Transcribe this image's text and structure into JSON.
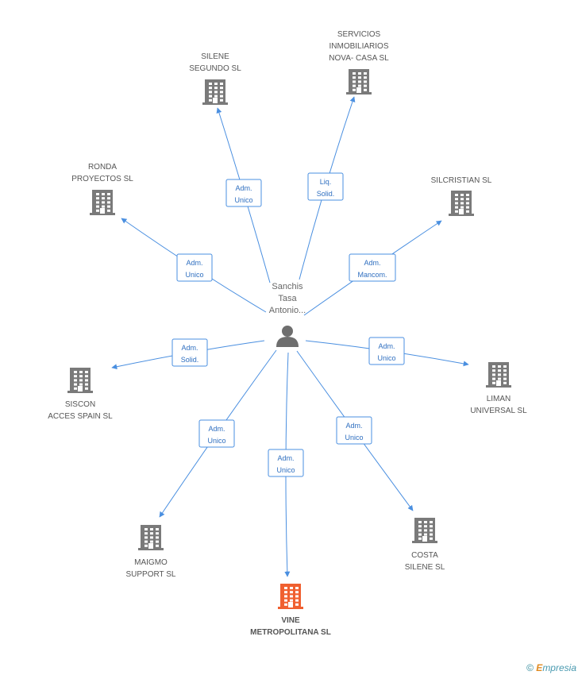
{
  "center": {
    "name_lines": [
      "Sanchis",
      "Tasa",
      "Antonio..."
    ],
    "icon": "person-icon"
  },
  "companies": [
    {
      "id": "silene-segundo",
      "lines": [
        "SILENE",
        "SEGUNDO SL"
      ],
      "role": [
        "Adm.",
        "Unico"
      ],
      "highlight": false
    },
    {
      "id": "servicios-inmobiliarios",
      "lines": [
        "SERVICIOS",
        "INMOBILIARIOS",
        "NOVA- CASA SL"
      ],
      "role": [
        "Liq.",
        "Solid."
      ],
      "highlight": false
    },
    {
      "id": "ronda-proyectos",
      "lines": [
        "RONDA",
        "PROYECTOS SL"
      ],
      "role": [
        "Adm.",
        "Unico"
      ],
      "highlight": false
    },
    {
      "id": "silcristian",
      "lines": [
        "SILCRISTIAN SL"
      ],
      "role": [
        "Adm.",
        "Mancom."
      ],
      "highlight": false
    },
    {
      "id": "siscon-acces",
      "lines": [
        "SISCON",
        "ACCES SPAIN SL"
      ],
      "role": [
        "Adm.",
        "Solid."
      ],
      "highlight": false
    },
    {
      "id": "liman-universal",
      "lines": [
        "LIMAN",
        "UNIVERSAL SL"
      ],
      "role": [
        "Adm.",
        "Unico"
      ],
      "highlight": false
    },
    {
      "id": "maigmo-support",
      "lines": [
        "MAIGMO",
        "SUPPORT SL"
      ],
      "role": [
        "Adm.",
        "Unico"
      ],
      "highlight": false
    },
    {
      "id": "vine-metropolitana",
      "lines": [
        "VINE",
        "METROPOLITANA SL"
      ],
      "role": [
        "Adm.",
        "Unico"
      ],
      "highlight": true
    },
    {
      "id": "costa-silene",
      "lines": [
        "COSTA",
        "SILENE SL"
      ],
      "role": [
        "Adm.",
        "Unico"
      ],
      "highlight": false
    }
  ],
  "colors": {
    "edge": "#4a8fe0",
    "building": "#7a7a7a",
    "building_highlight": "#f06030",
    "person": "#6e6e6e"
  },
  "footer": {
    "copyright": "©",
    "brand_initial": "E",
    "brand_rest": "mpresia"
  }
}
